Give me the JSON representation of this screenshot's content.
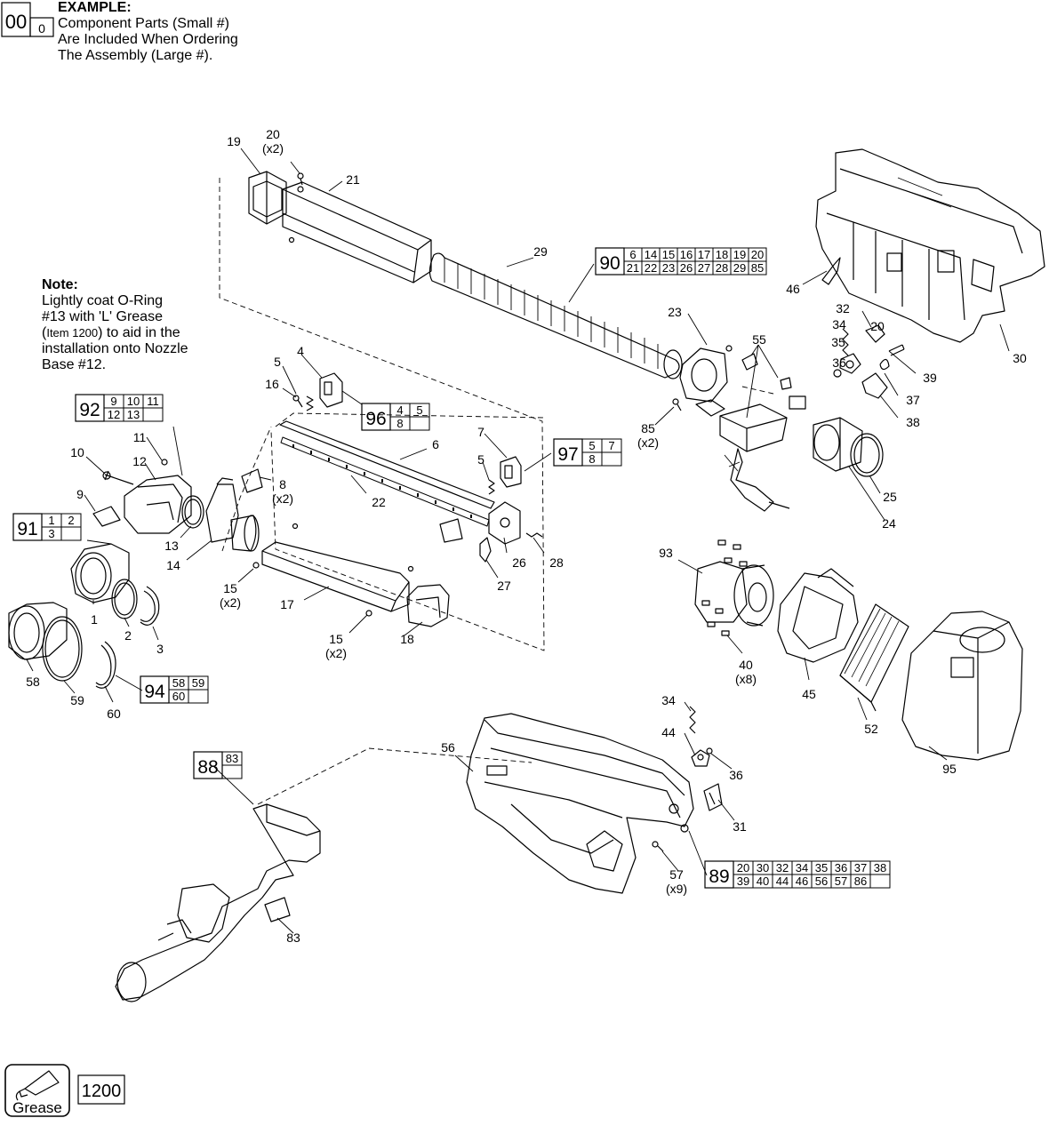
{
  "legend": {
    "box_large": "00",
    "box_small": "0",
    "title": "EXAMPLE:",
    "line1": "Component Parts (Small #)",
    "line2": "Are Included When Ordering",
    "line3": "The Assembly (Large #)."
  },
  "note": {
    "title": "Note:",
    "line1": "Lightly coat O-Ring",
    "line2": "#13 with 'L' Grease",
    "line3_open": "(",
    "line3_item": "Item 1200",
    "line3_close": ") to aid in the",
    "line4": "installation onto Nozzle",
    "line5": "Base #12."
  },
  "grease": {
    "label": "Grease",
    "item": "1200"
  },
  "assemblies": [
    {
      "id": "90",
      "rows": [
        [
          "6",
          "14",
          "15",
          "16",
          "17",
          "18",
          "19",
          "20"
        ],
        [
          "21",
          "22",
          "23",
          "26",
          "27",
          "28",
          "29",
          "85"
        ]
      ]
    },
    {
      "id": "92",
      "rows": [
        [
          "9",
          "10",
          "11"
        ],
        [
          "12",
          "13",
          ""
        ]
      ]
    },
    {
      "id": "96",
      "rows": [
        [
          "4",
          "5"
        ],
        [
          "8",
          ""
        ]
      ]
    },
    {
      "id": "97",
      "rows": [
        [
          "5",
          "7"
        ],
        [
          "8",
          ""
        ]
      ]
    },
    {
      "id": "91",
      "rows": [
        [
          "1",
          "2"
        ],
        [
          "3",
          ""
        ]
      ]
    },
    {
      "id": "94",
      "rows": [
        [
          "58",
          "59"
        ],
        [
          "60",
          ""
        ]
      ]
    },
    {
      "id": "88",
      "rows": [
        [
          "83"
        ],
        [
          ""
        ]
      ]
    },
    {
      "id": "89",
      "rows": [
        [
          "20",
          "30",
          "32",
          "34",
          "35",
          "36",
          "37",
          "38"
        ],
        [
          "39",
          "40",
          "44",
          "46",
          "56",
          "57",
          "86",
          ""
        ]
      ]
    }
  ],
  "callouts": [
    "19",
    "20\n(x2)",
    "21",
    "29",
    "30",
    "46",
    "23",
    "55",
    "32",
    "34",
    "20",
    "35",
    "36",
    "39",
    "37",
    "38",
    "85\n(x2)",
    "25",
    "24",
    "5",
    "4",
    "16",
    "6",
    "7",
    "5",
    "22",
    "8\n(x2)",
    "10",
    "11",
    "12",
    "9",
    "13",
    "14",
    "26",
    "28",
    "27",
    "15\n(x2)",
    "17",
    "15\n(x2)",
    "18",
    "1",
    "2",
    "3",
    "58",
    "59",
    "60",
    "93",
    "40\n(x8)",
    "45",
    "52",
    "95",
    "34",
    "44",
    "36",
    "31",
    "56",
    "57\n(x9)",
    "83"
  ]
}
